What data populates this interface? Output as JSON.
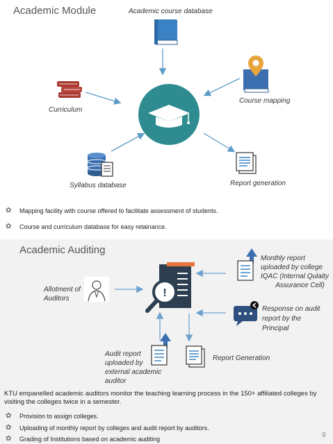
{
  "academic_module": {
    "title": "Academic Module",
    "nodes": {
      "course_database": "Academic course database",
      "course_mapping": "Course mapping",
      "curriculum": "Curriculum",
      "syllabus_database": "Syllabus database",
      "report_generation": "Report generation"
    },
    "bullets": [
      "Mapping facility with course offered to facilitate assessment of students.",
      "Course and curriculum database for easy retainance."
    ]
  },
  "academic_auditing": {
    "title": "Academic Auditing",
    "nodes": {
      "allotment": [
        "Allotment of",
        "Auditors"
      ],
      "monthly_report": [
        "Monthly report",
        "uploaded by college",
        "IQAC  (Internal Qulaity",
        "Assurance Cell)"
      ],
      "response": [
        "Response on audit",
        "report by the",
        "Principal"
      ],
      "audit_report": [
        "Audit report",
        "uploaded by",
        "external academic",
        "auditor"
      ],
      "report_generation": "Report Generation"
    },
    "paragraph": [
      "KTU empanelled academic auditors monitor the teaching learning process in the 150+ affiliated colleges by",
      "visiting the colleges twice in a semester."
    ],
    "bullets": [
      "Provision to assign colleges.",
      "Uploading of monthly report by colleges and audit report by auditors.",
      "Grading of Institutions based on academic auditing"
    ]
  },
  "page_number": "9",
  "colors": {
    "hub": "#2e8b8f",
    "arrow": "#5b9bc8",
    "book_blue": "#3b82c4",
    "curriculum_red": "#a83a32"
  }
}
